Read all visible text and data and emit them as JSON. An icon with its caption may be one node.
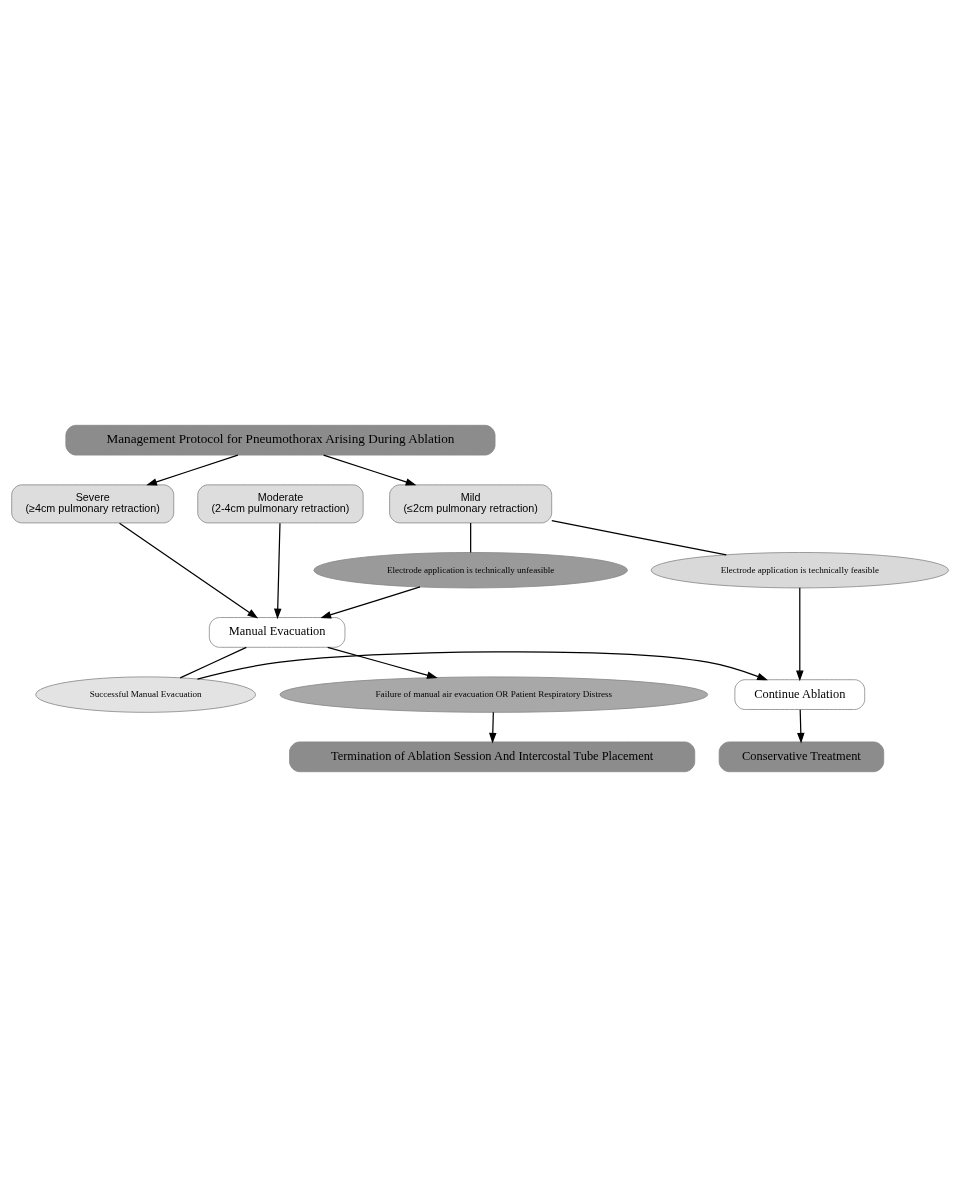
{
  "diagram": {
    "nodes": [
      {
        "text": [
          "Management Protocol for Pneumothorax Arising During Ablation"
        ]
      },
      {
        "text": [
          "Mild",
          "(≤2cm pulmonary retraction)"
        ]
      },
      {
        "text": [
          "Moderate",
          "(2-4cm pulmonary retraction)"
        ]
      },
      {
        "text": [
          "Severe",
          "(≥4cm pulmonary retraction)"
        ]
      },
      {
        "text": [
          "Electrode application is technically feasible"
        ]
      },
      {
        "text": [
          "Electrode application is technically unfeasible"
        ]
      },
      {
        "text": [
          "Manual Evacuation"
        ]
      },
      {
        "text": [
          "Successful Manual Evacuation"
        ]
      },
      {
        "text": [
          "Continue Ablation"
        ]
      },
      {
        "text": [
          "Failure of manual air evacuation OR Patient Respiratory Distress"
        ]
      },
      {
        "text": [
          "Conservative Treatment"
        ]
      },
      {
        "text": [
          "Termination of Ablation Session And Intercostal Tube Placement"
        ]
      }
    ],
    "edges": [
      {
        "from": 0,
        "to": 1,
        "arrow": "to"
      },
      {
        "from": 0,
        "to": 3,
        "arrow": "to"
      },
      {
        "from": 1,
        "to": 4,
        "arrow": "none"
      },
      {
        "from": 4,
        "to": 8,
        "arrow": "to"
      },
      {
        "from": 1,
        "to": 5,
        "arrow": "none"
      },
      {
        "from": 5,
        "to": 6,
        "arrow": "to"
      },
      {
        "from": 2,
        "to": 6,
        "arrow": "to"
      },
      {
        "from": 3,
        "to": 6,
        "arrow": "to"
      },
      {
        "from": 6,
        "to": 7,
        "arrow": "none"
      },
      {
        "from": 7,
        "to": 8,
        "arrow": "to"
      },
      {
        "from": 6,
        "to": 9,
        "arrow": "to"
      },
      {
        "from": 9,
        "to": 11,
        "arrow": "to"
      },
      {
        "from": 8,
        "to": 10,
        "arrow": "to"
      }
    ]
  }
}
